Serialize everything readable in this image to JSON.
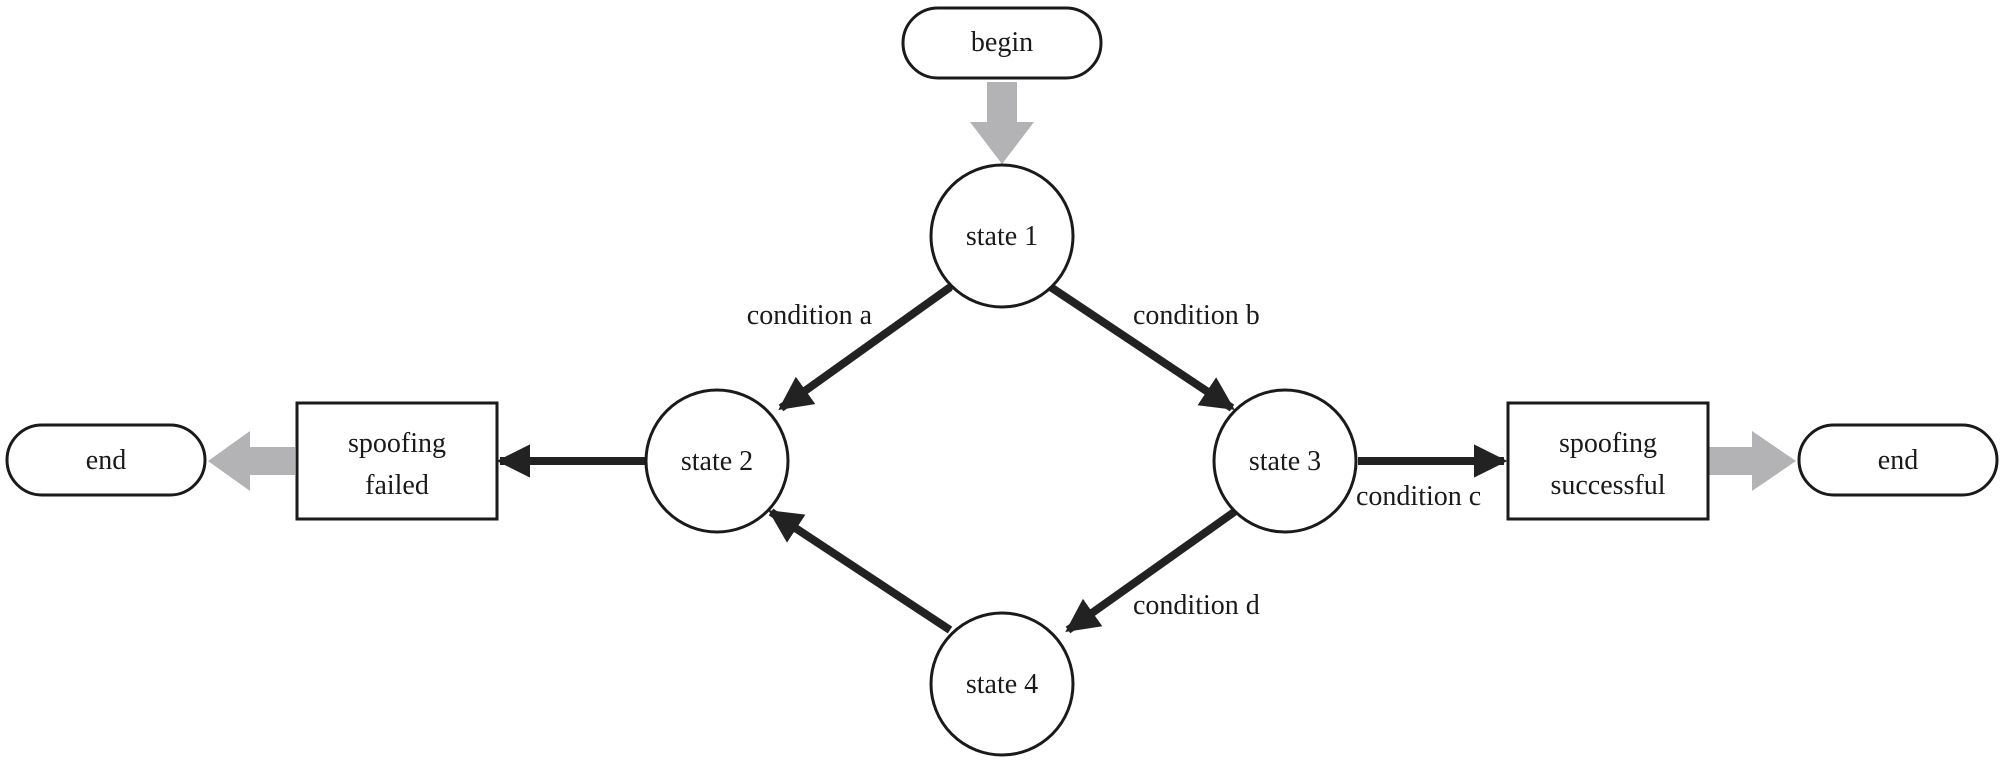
{
  "nodes": {
    "begin": "begin",
    "state1": "state 1",
    "state2": "state 2",
    "state3": "state 3",
    "state4": "state 4",
    "failed_line1": "spoofing",
    "failed_line2": "failed",
    "success_line1": "spoofing",
    "success_line2": "successful",
    "end_left": "end",
    "end_right": "end"
  },
  "edges": {
    "condition_a": "condition a",
    "condition_b": "condition b",
    "condition_c": "condition c",
    "condition_d": "condition d"
  },
  "colors": {
    "stroke": "#1a1a1a",
    "arrow_dark": "#222222",
    "arrow_light": "#b3b3b6"
  }
}
